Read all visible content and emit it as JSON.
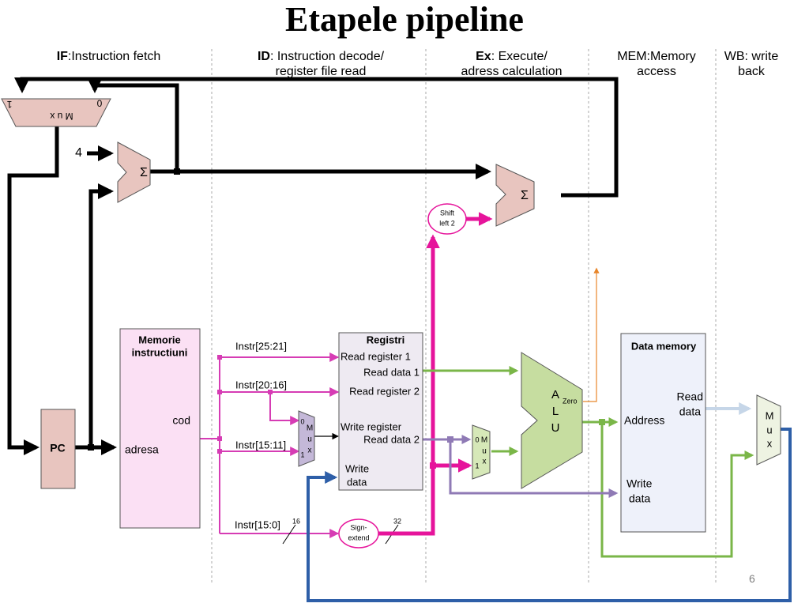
{
  "title": "Etapele pipeline",
  "stages": [
    {
      "id": "if",
      "abbr": "IF",
      "line1": ":Instruction fetch",
      "line2": ""
    },
    {
      "id": "id",
      "abbr": "ID",
      "line1": ": Instruction decode/",
      "line2": "register file read"
    },
    {
      "id": "ex",
      "abbr": "Ex",
      "line1": ": Execute/",
      "line2": "adress calculation"
    },
    {
      "id": "mem",
      "abbr": "",
      "line1": "MEM:Memory",
      "line2": "access"
    },
    {
      "id": "wb",
      "abbr": "",
      "line1": "WB: write",
      "line2": "back"
    }
  ],
  "components": {
    "pc": "PC",
    "pc_mux": {
      "label": "M u x",
      "in1": "1",
      "in0": "0"
    },
    "adder_symbol": "Σ",
    "adder_constant": "4",
    "instr_mem": {
      "title_1": "Memorie",
      "title_2": "instructiuni",
      "out": "cod",
      "in": "adresa"
    },
    "registers": {
      "title": "Registri",
      "read_reg_1": "Read register 1",
      "read_data_1": "Read data 1",
      "read_reg_2": "Read register 2",
      "write_reg": "Write register",
      "read_data_2": "Read data 2",
      "write_data_1": "Write",
      "write_data_2": "data"
    },
    "reg_mux": {
      "in0": "0",
      "l1": "M",
      "l2": "u",
      "l3": "x",
      "in1": "1"
    },
    "alu_mux": {
      "in0": "0",
      "l1": "M",
      "l2": "u",
      "l3": "x",
      "in1": "1"
    },
    "alu": {
      "l1": "A",
      "l2": "L",
      "l3": "U",
      "zero": "Zero"
    },
    "shift": {
      "l1": "Shift",
      "l2": "left 2"
    },
    "sign_extend": {
      "l1": "Sign-",
      "l2": "extend"
    },
    "data_mem": {
      "title": "Data memory",
      "address": "Address",
      "read_data_1": "Read",
      "read_data_2": "data",
      "write_data_1": "Write",
      "write_data_2": "data"
    },
    "wb_mux": {
      "l1": "M",
      "l2": "u",
      "l3": "x"
    }
  },
  "fields": {
    "f1": "Instr[25:21]",
    "f2": "Instr[20:16]",
    "f3": "Instr[15:11]",
    "f4": "Instr[15:0]"
  },
  "bus_widths": {
    "in": "16",
    "out": "32"
  },
  "colors": {
    "pink_wire": "#d63cb4",
    "magenta_bus": "#e6149b",
    "green_wire": "#7ab648",
    "purple_wire": "#8f7ab5",
    "blue_wire": "#2e5fa8",
    "light_blue_wire": "#c6d6e8",
    "orange_wire": "#e8862a",
    "black_wire": "#000000",
    "pink_box": "#e8c5bf",
    "instr_mem_fill": "#fbe0f4",
    "register_fill": "#eeeaf2",
    "data_mem_fill": "#eef1fa",
    "alu_fill": "#c6dda0",
    "purple_mux_fill": "#c4b8d8",
    "green_mux_fill": "#d6e8b8",
    "wb_mux_fill": "#eef3e2"
  },
  "page_number": "6"
}
